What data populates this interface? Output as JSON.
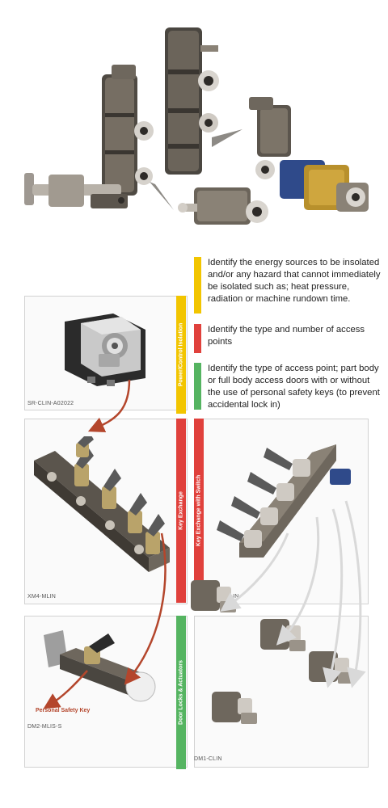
{
  "steps": [
    {
      "text": "Identify the energy sources to be insolated and/or any hazard that cannot immediately be isolated such as; heat pressure, radiation or machine rundown time.",
      "color": "#f2c500"
    },
    {
      "text": "Identify the type and number of access points",
      "color": "#e0413c"
    },
    {
      "text": "Identify the type of access point; part body or full body access doors with or without the use of personal safety keys (to prevent accidental lock in)",
      "color": "#55b461"
    }
  ],
  "stages": {
    "power_control": {
      "label": "Power/Control Isolation",
      "color": "#f2c500"
    },
    "key_exchange": {
      "label": "Key Exchange",
      "color": "#e0413c"
    },
    "key_exchange_switch": {
      "label": "Key Exchange with Switch",
      "color": "#e0413c"
    },
    "door_locks": {
      "label": "Door Locks & Actuators",
      "color": "#55b461"
    }
  },
  "products": {
    "isolation_switch": "SR-CLIN-A02022",
    "key_exchange_unit": "XM4-MLIN",
    "key_exchange_switch_unit": "XMR4-CLIN",
    "door_lock_psk": "DM2-MLIS-S",
    "door_lock": "DM1-CLIN"
  },
  "annotations": {
    "personal_safety_key": "Personal Safety Key"
  },
  "colors": {
    "arrow_brown": "#b4462c",
    "arrow_grey": "#d9d9d9",
    "metal_dark": "#4a4640",
    "metal_mid": "#7a7166",
    "metal_light": "#b9b2a7",
    "key_grey": "#5a5a5a"
  }
}
